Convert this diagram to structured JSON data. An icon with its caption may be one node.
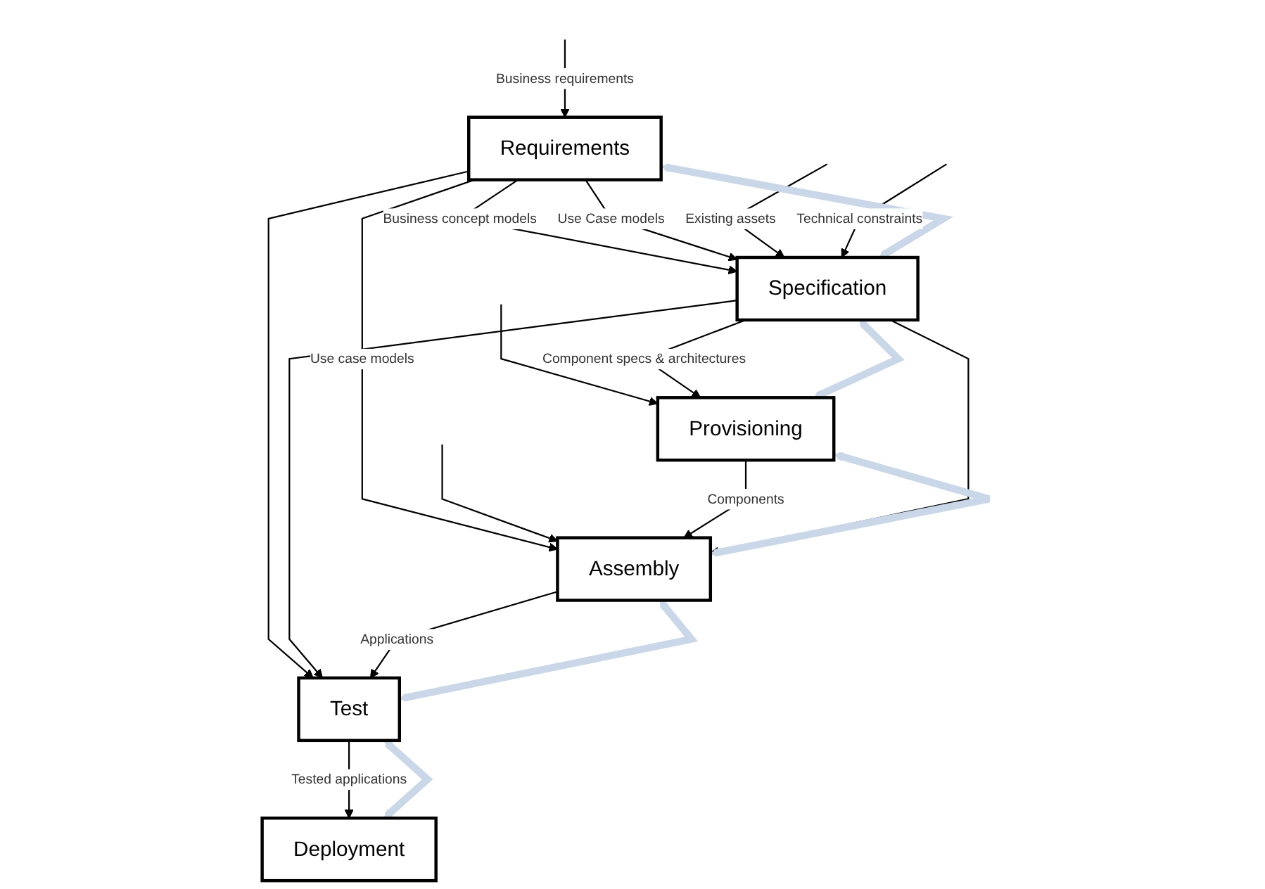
{
  "diagram": {
    "nodes": [
      {
        "text": [
          "Requirements"
        ]
      },
      {
        "text": [
          "Specification"
        ]
      },
      {
        "text": [
          "Provisioning"
        ]
      },
      {
        "text": [
          "Assembly"
        ]
      },
      {
        "text": [
          "Test"
        ]
      },
      {
        "text": [
          "Deployment"
        ]
      }
    ],
    "edges": [
      {
        "from": null,
        "to": 0,
        "arrow": "to",
        "label": "Business requirements"
      },
      {
        "from": 0,
        "to": 1,
        "arrow": "to",
        "label": "Business concept models"
      },
      {
        "from": 0,
        "to": 1,
        "arrow": "to",
        "label": "Use Case models"
      },
      {
        "from": 0,
        "to": 4,
        "arrow": "to"
      },
      {
        "from": 0,
        "to": 3,
        "arrow": "to",
        "label": "Use case models"
      },
      {
        "from": null,
        "to": 1,
        "arrow": "to",
        "label": "Existing assets"
      },
      {
        "from": null,
        "to": 3,
        "arrow": "to"
      },
      {
        "from": null,
        "to": 1,
        "arrow": "to",
        "label": "Technical constraints"
      },
      {
        "from": null,
        "to": 2,
        "arrow": "to"
      },
      {
        "from": 2,
        "to": 3,
        "arrow": "to",
        "label": "Components"
      },
      {
        "from": 1,
        "to": 2,
        "arrow": "to",
        "label": "Component specs & architectures"
      },
      {
        "from": 1,
        "to": 3,
        "arrow": "to"
      },
      {
        "from": 1,
        "to": 4,
        "arrow": "to"
      },
      {
        "from": 3,
        "to": 4,
        "arrow": "to",
        "label": "Applications"
      },
      {
        "from": 4,
        "to": 5,
        "arrow": "to",
        "label": "Tested applications"
      },
      {
        "from": 0,
        "to": 1,
        "arrow": "both",
        "style": "thick",
        "color": "#c9d7e8"
      },
      {
        "from": 1,
        "to": 2,
        "arrow": "both",
        "style": "thick",
        "color": "#c9d7e8"
      },
      {
        "from": 2,
        "to": 3,
        "arrow": "both",
        "style": "thick",
        "color": "#c9d7e8"
      },
      {
        "from": 3,
        "to": 4,
        "arrow": "both",
        "style": "thick",
        "color": "#c9d7e8"
      },
      {
        "from": 4,
        "to": 5,
        "arrow": "both",
        "style": "thick",
        "color": "#c9d7e8"
      }
    ]
  }
}
